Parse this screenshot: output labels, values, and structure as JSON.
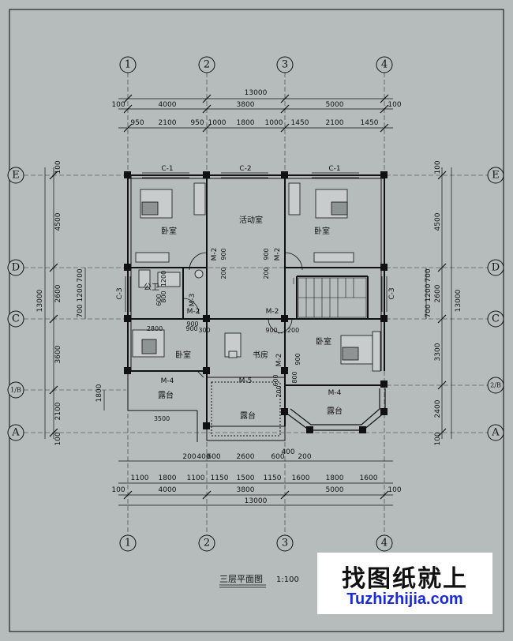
{
  "axes": {
    "columns": [
      "1",
      "2",
      "3",
      "4"
    ],
    "rows": [
      "E",
      "D",
      "C",
      "1/B",
      "2/B",
      "A"
    ]
  },
  "dimensions": {
    "top_total": "13000",
    "top_edges": [
      "100",
      "100"
    ],
    "top_bays": [
      "4000",
      "3800",
      "5000"
    ],
    "top_detail": [
      "950",
      "2100",
      "950",
      "1000",
      "1800",
      "1000",
      "1450",
      "2100",
      "1450"
    ],
    "bottom_offsets": [
      "200",
      "400",
      "600",
      "2600",
      "600",
      "400",
      "200"
    ],
    "bottom_detail": [
      "1100",
      "1800",
      "1100",
      "1150",
      "1500",
      "1150",
      "1600",
      "1800",
      "1600"
    ],
    "bottom_edges": [
      "100",
      "100"
    ],
    "bottom_bays": [
      "4000",
      "3800",
      "5000"
    ],
    "bottom_total": "13000",
    "left_outer": [
      "100",
      "4500",
      "2600",
      "3600",
      "2100",
      "100"
    ],
    "left_total": "13000",
    "left_inner": [
      "700",
      "1200",
      "700"
    ],
    "left_mid": "1800",
    "right_outer": [
      "100",
      "4500",
      "2600",
      "3300",
      "2400",
      "100"
    ],
    "right_total": "13000",
    "right_inner": [
      "700",
      "1200",
      "700"
    ],
    "interior": [
      "900",
      "200",
      "900",
      "200",
      "1200",
      "800",
      "600",
      "900",
      "900",
      "300",
      "900",
      "1200",
      "900",
      "800",
      "600",
      "200",
      "2800",
      "3500"
    ]
  },
  "rooms": {
    "bedroom_nw": "卧室",
    "activity": "活动室",
    "bedroom_ne": "卧室",
    "toilet": "公卫",
    "bedroom_sw": "卧室",
    "study": "书房",
    "bedroom_se": "卧室",
    "terrace_sw": "露台",
    "terrace_mid": "露台",
    "terrace_se": "露台"
  },
  "labels": {
    "c1_left": "C-1",
    "c2": "C-2",
    "c1_right": "C-1",
    "m2_a": "M-2",
    "m2_b": "M-2",
    "c3_left": "C-3",
    "c3_right": "C-3",
    "m3": "M-3",
    "m2_c": "M-2",
    "m2_d": "M-2",
    "m2_e": "M-2",
    "m4_left": "M-4",
    "m5": "M-5",
    "m4_right": "M-4"
  },
  "caption": {
    "title": "三层平面图",
    "scale": "1:100"
  },
  "watermark": {
    "cn": "找图纸就上",
    "url": "Tuzhizhijia.com"
  },
  "colors": {
    "background": "#b6bcbc",
    "line": "#111111",
    "url": "#1a2bd8"
  }
}
